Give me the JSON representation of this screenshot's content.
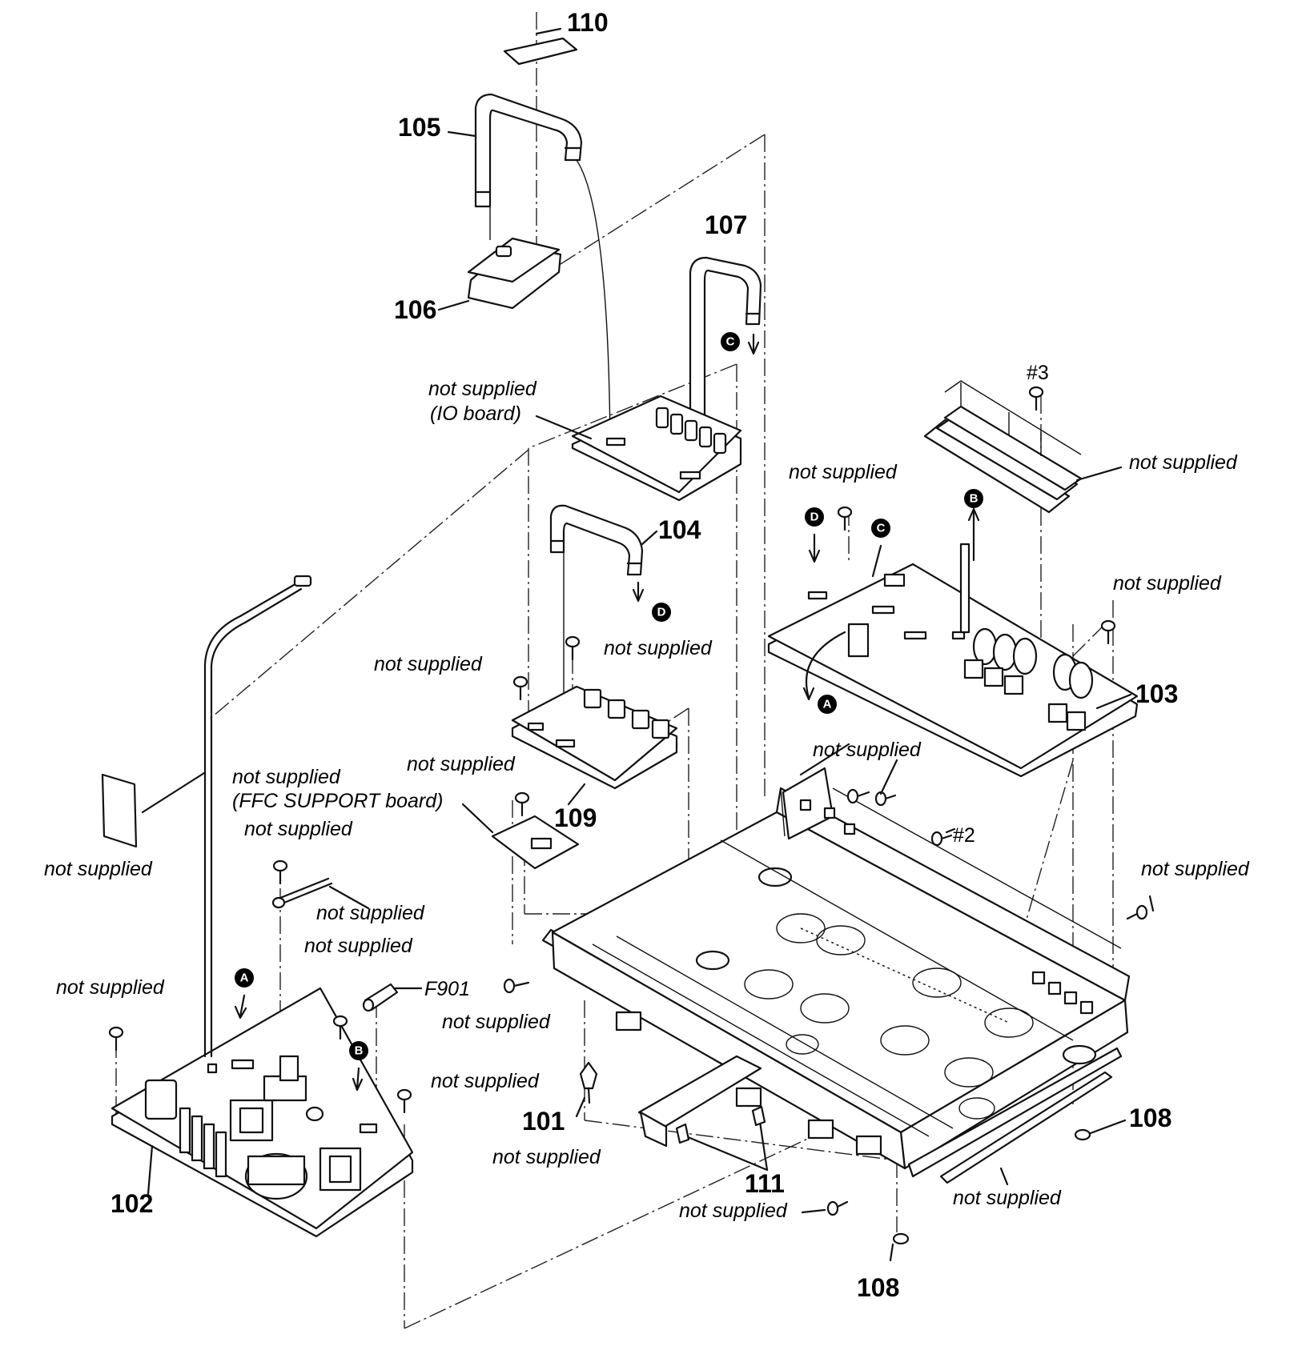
{
  "part_numbers": {
    "p110": "110",
    "p105": "105",
    "p106": "106",
    "p107": "107",
    "p104": "104",
    "p109": "109",
    "p103": "103",
    "p102": "102",
    "p101": "101",
    "p108a": "108",
    "p108b": "108",
    "p111": "111"
  },
  "annotations": {
    "io_board_1": "not supplied",
    "io_board_2": "(IO board)",
    "ffc_support_1": "not supplied",
    "ffc_support_2": "(FFC SUPPORT board)",
    "ns_heatsink": "not supplied",
    "ns_screw_top": "not supplied",
    "ns_screw_right": "not supplied",
    "ns_screw_board_left": "not supplied",
    "ns_screw_board_mid": "not supplied",
    "ns_screw_chassis_top": "not supplied",
    "ns_screw_chassis_right": "not supplied",
    "ns_screw_ffc": "not supplied",
    "ns_screw_ffc_lower": "not supplied",
    "ns_card": "not supplied",
    "ns_rod": "not supplied",
    "ns_screw_fuse": "not supplied",
    "ns_screw_far_left": "not supplied",
    "ns_screw_psu_right": "not supplied",
    "ns_screw_chassis_left": "not supplied",
    "ns_bracket": "not supplied",
    "ns_screw_bottom": "not supplied",
    "ns_rail": "not supplied"
  },
  "references": {
    "screw3": "#3",
    "screw2": "#2",
    "fuse": "F901"
  },
  "markers": {
    "a": "A",
    "b": "B",
    "c": "C",
    "d": "D"
  }
}
